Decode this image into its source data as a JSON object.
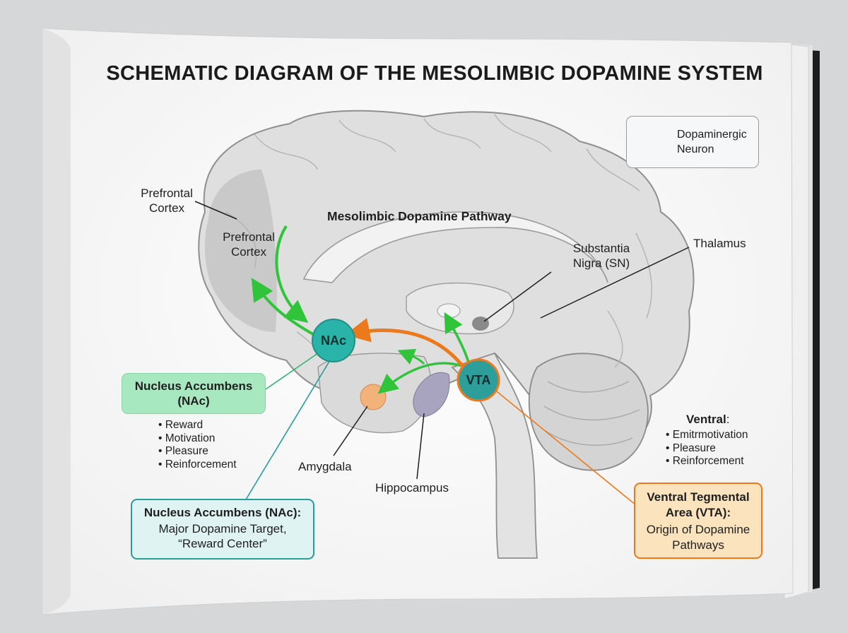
{
  "title": "SCHEMATIC DIAGRAM OF THE MESOLIMBIC DOPAMINE SYSTEM",
  "legend": {
    "icon": "neuron-icon",
    "line1": "Dopaminergic",
    "line2": "Neuron"
  },
  "pathway_label": "Mesolimbic Dopamine Pathway",
  "labels": {
    "pfc_outer_1": "Prefrontal",
    "pfc_outer_2": "Cortex",
    "pfc_inner_1": "Prefrontal",
    "pfc_inner_2": "Cortex",
    "sn_1": "Substantia",
    "sn_2": "Nigra (SN)",
    "thalamus": "Thalamus",
    "amygdala": "Amygdala",
    "hippocampus": "Hippocampus"
  },
  "nodes": {
    "nac": "NAc",
    "vta": "VTA"
  },
  "nac_box": {
    "line1": "Nucleus Accumbens",
    "line2": "(NAc)",
    "bullets": [
      "Reward",
      "Motivation",
      "Pleasure",
      "Reinforcement"
    ]
  },
  "nac_target_box": {
    "line1": "Nucleus Accumbens (NAc):",
    "line2": "Major Dopamine Target,",
    "line3": "“Reward Center”"
  },
  "ventral": {
    "title": "Ventral",
    "colon": ":",
    "bullets": [
      "Emitrmotivation",
      "Pleasure",
      "Reinforcement"
    ]
  },
  "vta_box": {
    "line1": "Ventral Tegmental",
    "line2": "Area (VTA):",
    "line3": "Origin of Dopamine",
    "line4": "Pathways"
  },
  "colors": {
    "pathway_green": "#2fc43a",
    "projection_orange": "#ec7a1c",
    "nac_teal": "#2ab3a8",
    "vta_teal": "#2e9e9a",
    "nac_box_fill": "#a8e8c0",
    "target_box_fill": "#dff3f3",
    "vta_box_fill": "#fbe3bd"
  }
}
